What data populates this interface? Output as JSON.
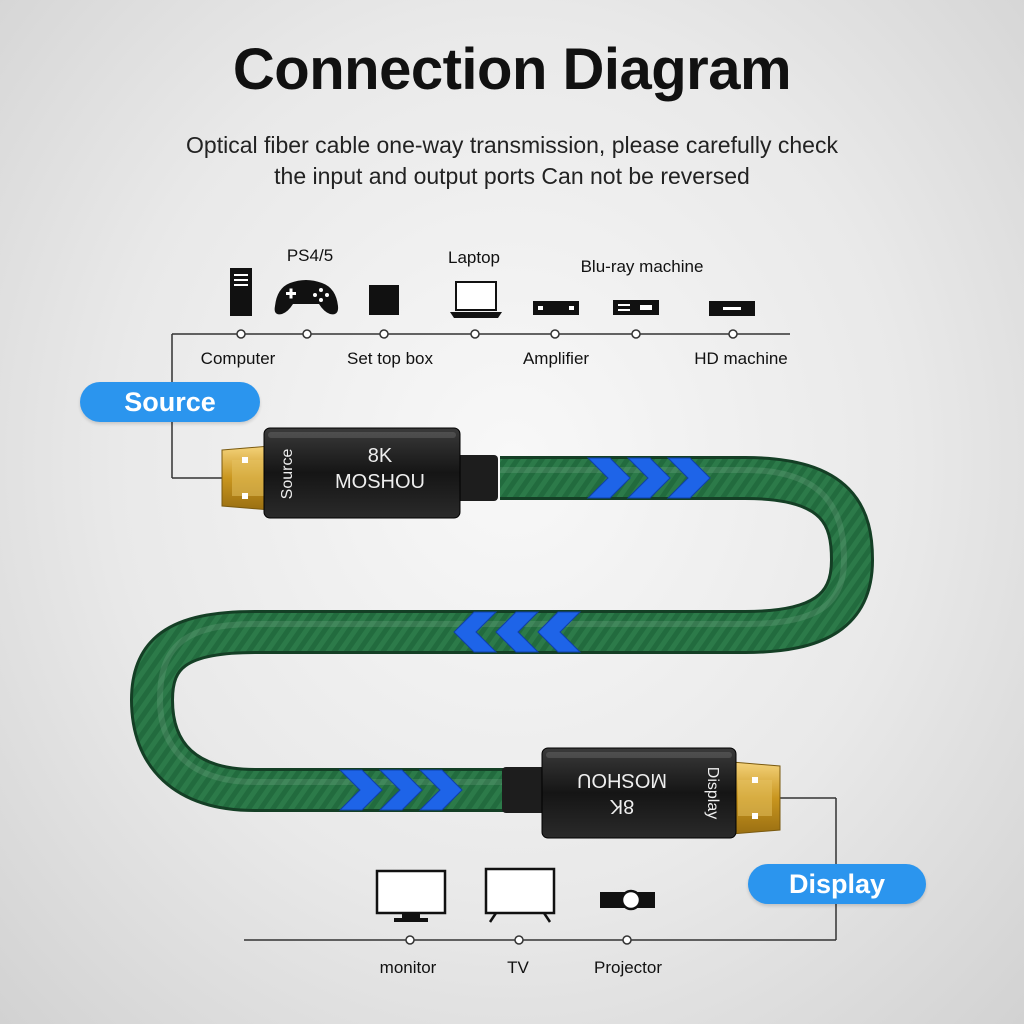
{
  "title": "Connection Diagram",
  "subtitle": {
    "line1": "Optical fiber cable one-way transmission, please carefully check",
    "line2": "the input and output ports Can not be reversed"
  },
  "source_devices": {
    "top_labels": [
      "PS4/5",
      "Laptop",
      "Blu-ray machine"
    ],
    "bottom_labels": [
      "Computer",
      "Set top box",
      "Amplifier",
      "HD machine"
    ],
    "icons": [
      "computer-tower-icon",
      "gamepad-icon",
      "set-top-box-icon",
      "laptop-icon",
      "amplifier-icon",
      "blu-ray-player-icon",
      "hd-machine-icon"
    ]
  },
  "display_devices": {
    "labels": [
      "monitor",
      "TV",
      "Projector"
    ],
    "icons": [
      "monitor-icon",
      "tv-icon",
      "projector-icon"
    ]
  },
  "source_pill": "Source",
  "display_pill": "Display",
  "source_connector": {
    "side_label": "Source",
    "line1": "8K",
    "line2": "MOSHOU"
  },
  "display_connector": {
    "side_label": "Display",
    "line1": "8K",
    "line2": "MOSHOU"
  },
  "colors": {
    "cable": "#1f6a3c",
    "arrows": "#1e64e8",
    "pill": "#2b95ee",
    "connector": "#1a1a1a",
    "plug_gold": "#d4a72c"
  }
}
